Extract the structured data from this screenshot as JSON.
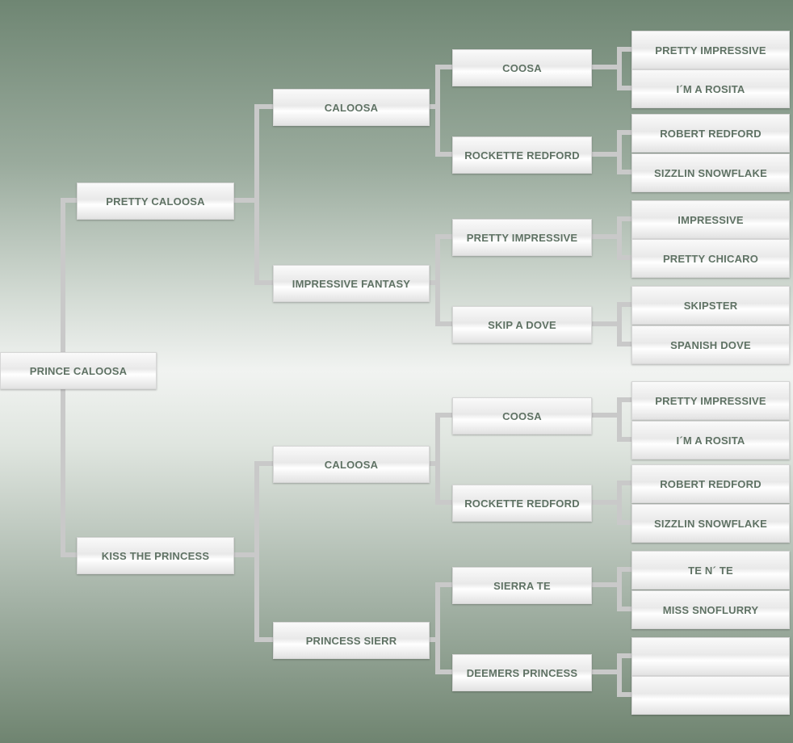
{
  "pedigree": {
    "subject": "PRINCE CALOOSA",
    "generation1": [
      "PRETTY CALOOSA",
      "KISS THE PRINCESS"
    ],
    "generation2": [
      "CALOOSA",
      "IMPRESSIVE FANTASY",
      "CALOOSA",
      "PRINCESS SIERR"
    ],
    "generation3": [
      "COOSA",
      "ROCKETTE REDFORD",
      "PRETTY IMPRESSIVE",
      "SKIP A DOVE",
      "COOSA",
      "ROCKETTE REDFORD",
      "SIERRA TE",
      "DEEMERS PRINCESS"
    ],
    "generation4": [
      "PRETTY IMPRESSIVE",
      "I´M A ROSITA",
      "ROBERT REDFORD",
      "SIZZLIN SNOWFLAKE",
      "IMPRESSIVE",
      "PRETTY CHICARO",
      "SKIPSTER",
      "SPANISH DOVE",
      "PRETTY IMPRESSIVE",
      "I´M A ROSITA",
      "ROBERT REDFORD",
      "SIZZLIN SNOWFLAKE",
      "TE N´ TE",
      "MISS SNOFLURRY",
      "",
      ""
    ]
  },
  "colors": {
    "line": "#c9c9c9",
    "text": "#5f7264"
  }
}
